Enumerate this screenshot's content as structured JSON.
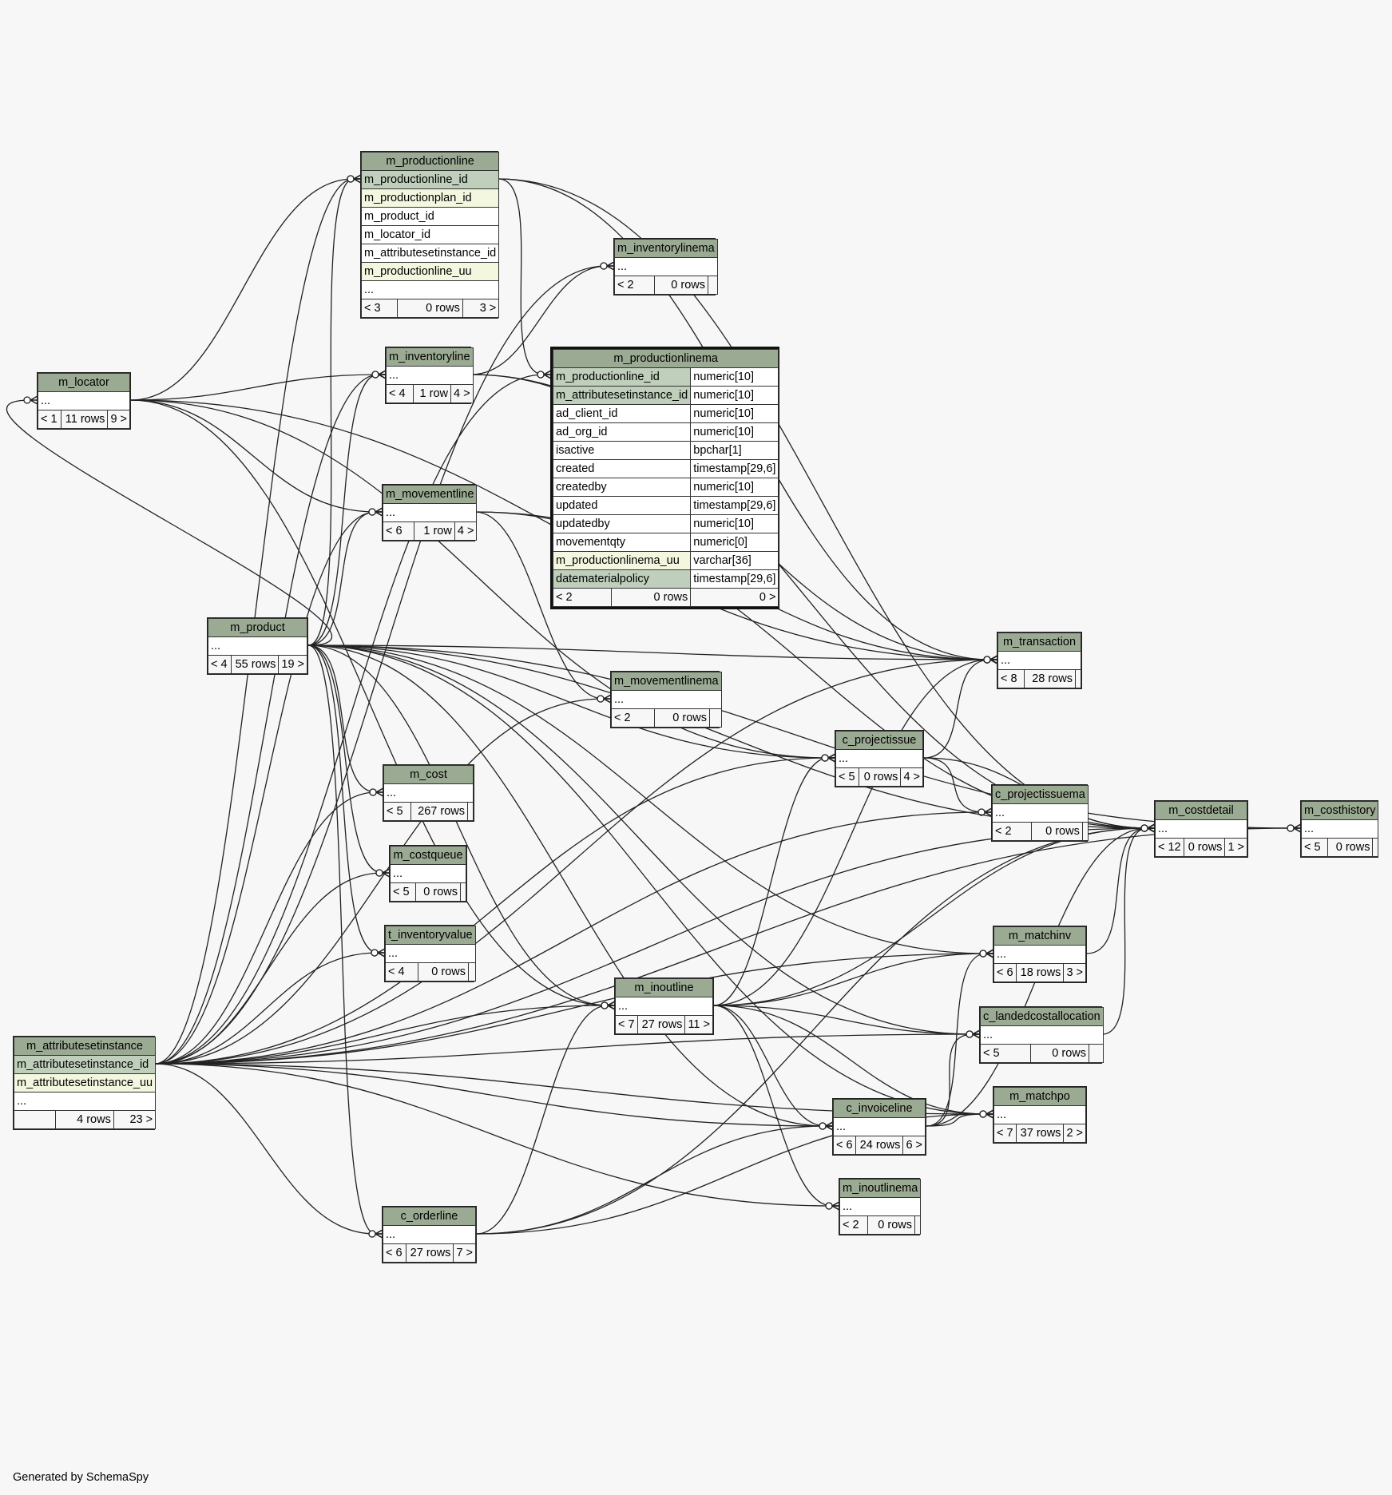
{
  "footer": "Generated by SchemaSpy",
  "tables": {
    "m_productionline": {
      "name": "m_productionline",
      "columns": [
        {
          "n": "m_productionline_id",
          "k": "pk"
        },
        {
          "n": "m_productionplan_id",
          "k": "uq"
        },
        {
          "n": "m_product_id",
          "k": "pl"
        },
        {
          "n": "m_locator_id",
          "k": "pl"
        },
        {
          "n": "m_attributesetinstance_id",
          "k": "pl"
        },
        {
          "n": "m_productionline_uu",
          "k": "uq"
        },
        {
          "n": "...",
          "k": "pl"
        }
      ],
      "parents": "< 3",
      "rows": "0 rows",
      "children": "3 >"
    },
    "m_inventorylinema": {
      "name": "m_inventorylinema",
      "parents": "< 2",
      "rows": "0 rows",
      "children": ""
    },
    "m_productionlinema": {
      "name": "m_productionlinema",
      "columns": [
        {
          "n": "m_productionline_id",
          "t": "numeric[10]",
          "k": "pk"
        },
        {
          "n": "m_attributesetinstance_id",
          "t": "numeric[10]",
          "k": "pk"
        },
        {
          "n": "ad_client_id",
          "t": "numeric[10]",
          "k": "pl"
        },
        {
          "n": "ad_org_id",
          "t": "numeric[10]",
          "k": "pl"
        },
        {
          "n": "isactive",
          "t": "bpchar[1]",
          "k": "pl"
        },
        {
          "n": "created",
          "t": "timestamp[29,6]",
          "k": "pl"
        },
        {
          "n": "createdby",
          "t": "numeric[10]",
          "k": "pl"
        },
        {
          "n": "updated",
          "t": "timestamp[29,6]",
          "k": "pl"
        },
        {
          "n": "updatedby",
          "t": "numeric[10]",
          "k": "pl"
        },
        {
          "n": "movementqty",
          "t": "numeric[0]",
          "k": "pl"
        },
        {
          "n": "m_productionlinema_uu",
          "t": "varchar[36]",
          "k": "uq"
        },
        {
          "n": "datematerialpolicy",
          "t": "timestamp[29,6]",
          "k": "pk"
        }
      ],
      "parents": "< 2",
      "rows": "0 rows",
      "children": "0 >"
    },
    "m_locator": {
      "name": "m_locator",
      "parents": "< 1",
      "rows": "11 rows",
      "children": "9 >"
    },
    "m_inventoryline": {
      "name": "m_inventoryline",
      "parents": "< 4",
      "rows": "1 row",
      "children": "4 >"
    },
    "m_movementline": {
      "name": "m_movementline",
      "parents": "< 6",
      "rows": "1 row",
      "children": "4 >"
    },
    "m_product": {
      "name": "m_product",
      "parents": "< 4",
      "rows": "55 rows",
      "children": "19 >"
    },
    "m_movementlinema": {
      "name": "m_movementlinema",
      "parents": "< 2",
      "rows": "0 rows",
      "children": ""
    },
    "m_transaction": {
      "name": "m_transaction",
      "parents": "< 8",
      "rows": "28 rows",
      "children": ""
    },
    "c_projectissue": {
      "name": "c_projectissue",
      "parents": "< 5",
      "rows": "0 rows",
      "children": "4 >"
    },
    "c_projectissuema": {
      "name": "c_projectissuema",
      "parents": "< 2",
      "rows": "0 rows",
      "children": ""
    },
    "m_cost": {
      "name": "m_cost",
      "parents": "< 5",
      "rows": "267 rows",
      "children": ""
    },
    "m_costqueue": {
      "name": "m_costqueue",
      "parents": "< 5",
      "rows": "0 rows",
      "children": ""
    },
    "t_inventoryvalue": {
      "name": "t_inventoryvalue",
      "parents": "< 4",
      "rows": "0 rows",
      "children": ""
    },
    "m_costdetail": {
      "name": "m_costdetail",
      "parents": "< 12",
      "rows": "0 rows",
      "children": "1 >"
    },
    "m_costhistory": {
      "name": "m_costhistory",
      "parents": "< 5",
      "rows": "0 rows",
      "children": ""
    },
    "m_matchinv": {
      "name": "m_matchinv",
      "parents": "< 6",
      "rows": "18 rows",
      "children": "3 >"
    },
    "m_inoutline": {
      "name": "m_inoutline",
      "parents": "< 7",
      "rows": "27 rows",
      "children": "11 >"
    },
    "c_landedcostallocation": {
      "name": "c_landedcostallocation",
      "parents": "< 5",
      "rows": "0 rows",
      "children": ""
    },
    "m_attributesetinstance": {
      "name": "m_attributesetinstance",
      "columns": [
        {
          "n": "m_attributesetinstance_id",
          "k": "pk"
        },
        {
          "n": "m_attributesetinstance_uu",
          "k": "uq"
        },
        {
          "n": "...",
          "k": "pl"
        }
      ],
      "parents": "",
      "rows": "4 rows",
      "children": "23 >"
    },
    "m_matchpo": {
      "name": "m_matchpo",
      "parents": "< 7",
      "rows": "37 rows",
      "children": "2 >"
    },
    "c_invoiceline": {
      "name": "c_invoiceline",
      "parents": "< 6",
      "rows": "24 rows",
      "children": "6 >"
    },
    "m_inoutlinema": {
      "name": "m_inoutlinema",
      "parents": "< 2",
      "rows": "0 rows",
      "children": ""
    },
    "c_orderline": {
      "name": "c_orderline",
      "parents": "< 6",
      "rows": "27 rows",
      "children": "7 >"
    }
  },
  "ellipsis": "...",
  "relationships": [
    [
      "m_locator",
      "m_productionline"
    ],
    [
      "m_product",
      "m_productionline"
    ],
    [
      "m_attributesetinstance",
      "m_productionline"
    ],
    [
      "m_productionline",
      "m_productionlinema"
    ],
    [
      "m_attributesetinstance",
      "m_productionlinema"
    ],
    [
      "m_inventoryline",
      "m_inventorylinema"
    ],
    [
      "m_attributesetinstance",
      "m_inventorylinema"
    ],
    [
      "m_locator",
      "m_inventoryline"
    ],
    [
      "m_product",
      "m_inventoryline"
    ],
    [
      "m_attributesetinstance",
      "m_inventoryline"
    ],
    [
      "m_locator",
      "m_movementline"
    ],
    [
      "m_product",
      "m_movementline"
    ],
    [
      "m_attributesetinstance",
      "m_movementline"
    ],
    [
      "m_movementline",
      "m_movementlinema"
    ],
    [
      "m_attributesetinstance",
      "m_movementlinema"
    ],
    [
      "m_locator",
      "m_transaction"
    ],
    [
      "m_product",
      "m_transaction"
    ],
    [
      "m_attributesetinstance",
      "m_transaction"
    ],
    [
      "m_inventoryline",
      "m_transaction"
    ],
    [
      "m_movementline",
      "m_transaction"
    ],
    [
      "m_inoutline",
      "m_transaction"
    ],
    [
      "c_projectissue",
      "m_transaction"
    ],
    [
      "m_productionline",
      "m_transaction"
    ],
    [
      "m_locator",
      "c_projectissue"
    ],
    [
      "m_product",
      "c_projectissue"
    ],
    [
      "m_attributesetinstance",
      "c_projectissue"
    ],
    [
      "m_inoutline",
      "c_projectissue"
    ],
    [
      "c_projectissue",
      "c_projectissuema"
    ],
    [
      "m_attributesetinstance",
      "c_projectissuema"
    ],
    [
      "m_product",
      "m_cost"
    ],
    [
      "m_attributesetinstance",
      "m_cost"
    ],
    [
      "m_product",
      "m_costqueue"
    ],
    [
      "m_attributesetinstance",
      "m_costqueue"
    ],
    [
      "m_product",
      "t_inventoryvalue"
    ],
    [
      "m_attributesetinstance",
      "t_inventoryvalue"
    ],
    [
      "m_product",
      "m_costdetail"
    ],
    [
      "m_attributesetinstance",
      "m_costdetail"
    ],
    [
      "m_inoutline",
      "m_costdetail"
    ],
    [
      "c_invoiceline",
      "m_costdetail"
    ],
    [
      "m_movementline",
      "m_costdetail"
    ],
    [
      "m_inventoryline",
      "m_costdetail"
    ],
    [
      "m_productionline",
      "m_costdetail"
    ],
    [
      "c_projectissue",
      "m_costdetail"
    ],
    [
      "m_matchinv",
      "m_costdetail"
    ],
    [
      "c_orderline",
      "m_costdetail"
    ],
    [
      "c_landedcostallocation",
      "m_costdetail"
    ],
    [
      "m_product",
      "m_costhistory"
    ],
    [
      "m_attributesetinstance",
      "m_costhistory"
    ],
    [
      "m_costdetail",
      "m_costhistory"
    ],
    [
      "m_product",
      "m_matchinv"
    ],
    [
      "m_attributesetinstance",
      "m_matchinv"
    ],
    [
      "m_inoutline",
      "m_matchinv"
    ],
    [
      "c_invoiceline",
      "m_matchinv"
    ],
    [
      "m_product",
      "m_inoutline"
    ],
    [
      "m_attributesetinstance",
      "m_inoutline"
    ],
    [
      "c_orderline",
      "m_inoutline"
    ],
    [
      "m_locator",
      "m_inoutline"
    ],
    [
      "m_product",
      "c_landedcostallocation"
    ],
    [
      "m_attributesetinstance",
      "c_landedcostallocation"
    ],
    [
      "m_inoutline",
      "c_landedcostallocation"
    ],
    [
      "c_invoiceline",
      "c_landedcostallocation"
    ],
    [
      "m_product",
      "m_matchpo"
    ],
    [
      "m_attributesetinstance",
      "m_matchpo"
    ],
    [
      "m_inoutline",
      "m_matchpo"
    ],
    [
      "c_invoiceline",
      "m_matchpo"
    ],
    [
      "c_orderline",
      "m_matchpo"
    ],
    [
      "m_product",
      "c_invoiceline"
    ],
    [
      "m_attributesetinstance",
      "c_invoiceline"
    ],
    [
      "m_inoutline",
      "c_invoiceline"
    ],
    [
      "c_orderline",
      "c_invoiceline"
    ],
    [
      "m_inoutline",
      "m_inoutlinema"
    ],
    [
      "m_attributesetinstance",
      "m_inoutlinema"
    ],
    [
      "m_product",
      "c_orderline"
    ],
    [
      "m_attributesetinstance",
      "c_orderline"
    ],
    [
      "m_product",
      "m_locator"
    ]
  ]
}
